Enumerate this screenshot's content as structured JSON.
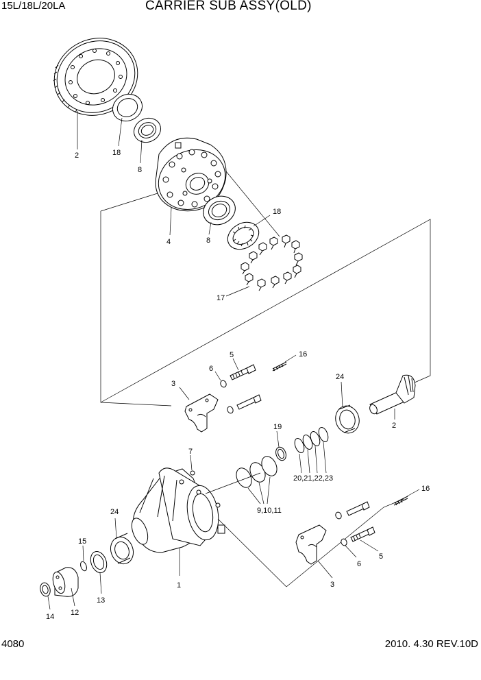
{
  "header": {
    "model": "15L/18L/20LA",
    "title": "CARRIER SUB ASSY(OLD)"
  },
  "footer": {
    "page_number": "4080",
    "revision": "2010. 4.30  REV.10D"
  },
  "callouts": {
    "ring_gear": "2",
    "shim_top": "18",
    "bearing_top": "8",
    "diff_case": "4",
    "bearing_mid": "8",
    "shim_mid": "18",
    "bolts": "17",
    "bolt_5_top": "5",
    "pin_16_top": "16",
    "washer_6_top": "6",
    "cap_3_top": "3",
    "bearing_24_top": "24",
    "pinion_2": "2",
    "plug_7": "7",
    "ring_19": "19",
    "shims_20_23": "20,21,22,23",
    "shims_9_11": "9,10,11",
    "pin_16_bottom": "16",
    "bearing_24_bottom": "24",
    "circlip_15": "15",
    "carrier_1": "1",
    "cap_3_bottom": "3",
    "washer_6_bottom": "6",
    "bolt_5_bottom": "5",
    "nut_14": "14",
    "flange_12": "12",
    "seal_13": "13"
  }
}
